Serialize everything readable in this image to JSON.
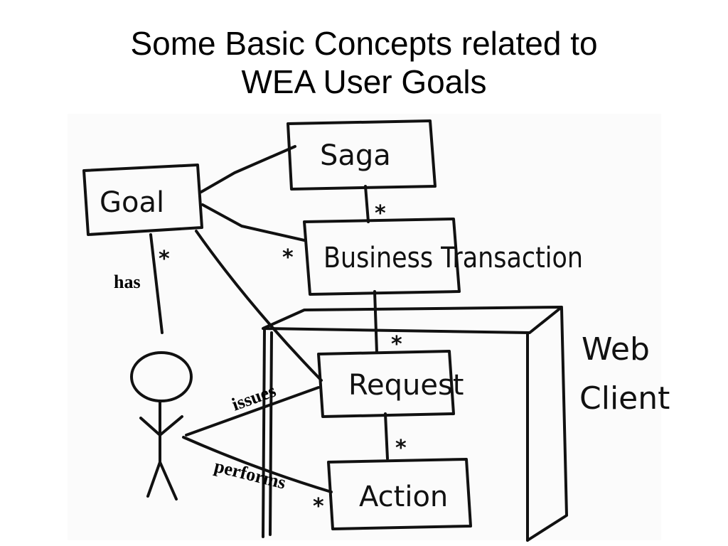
{
  "slide": {
    "title_line1": "Some Basic Concepts related to",
    "title_line2": "WEA User Goals"
  },
  "diagram": {
    "boxes": {
      "goal": "Goal",
      "saga": "Saga",
      "business_transaction": "Business Transaction",
      "request": "Request",
      "action": "Action"
    },
    "container_label_line1": "Web",
    "container_label_line2": "Client",
    "relations": {
      "has": "has",
      "issues": "issues",
      "performs": "performs"
    },
    "multiplicities": {
      "goal_user": "*",
      "saga_business": "*",
      "goal_business": "*",
      "business_request": "*",
      "request_action": "*",
      "performs_action": "*"
    }
  }
}
